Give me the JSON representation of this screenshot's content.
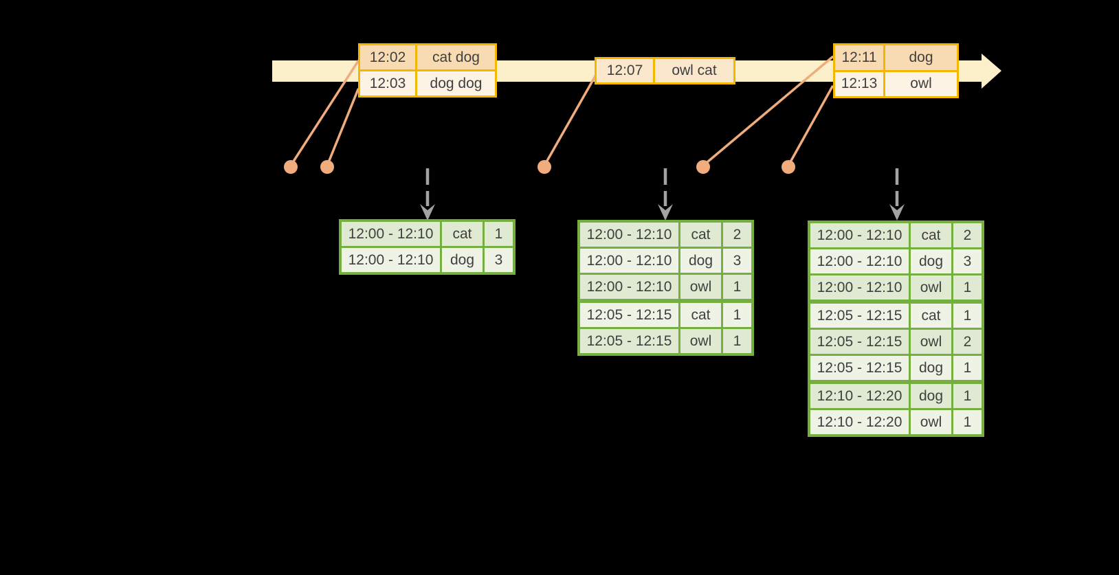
{
  "colors": {
    "background": "#000000",
    "timeline_band": "#FBF0CA",
    "event_border": "#F4B700",
    "event_fill_dark": "#F8DBB2",
    "event_fill_light": "#FDF3E5",
    "event_fill_mid": "#FBE8CC",
    "marker": "#F0AC7C",
    "table_border": "#74AF3F",
    "row_fill_dark": "#E0EAD2",
    "row_fill_light": "#EEF3E6",
    "arrow_gray": "#A3A3A3",
    "text": "#3F3F3F"
  },
  "timeline": {
    "events": [
      {
        "time": "12:02",
        "words": "cat dog"
      },
      {
        "time": "12:03",
        "words": "dog dog"
      },
      {
        "time": "12:07",
        "words": "owl cat"
      },
      {
        "time": "12:11",
        "words": "dog"
      },
      {
        "time": "12:13",
        "words": "owl"
      }
    ]
  },
  "result_tables": [
    {
      "rows": [
        {
          "window": "12:00 - 12:10",
          "word": "cat",
          "count": "1"
        },
        {
          "window": "12:00 - 12:10",
          "word": "dog",
          "count": "3"
        }
      ]
    },
    {
      "rows": [
        {
          "window": "12:00 - 12:10",
          "word": "cat",
          "count": "2"
        },
        {
          "window": "12:00 - 12:10",
          "word": "dog",
          "count": "3"
        },
        {
          "window": "12:00 - 12:10",
          "word": "owl",
          "count": "1"
        },
        {
          "window": "12:05 - 12:15",
          "word": "cat",
          "count": "1",
          "group_start": true
        },
        {
          "window": "12:05 - 12:15",
          "word": "owl",
          "count": "1"
        }
      ]
    },
    {
      "rows": [
        {
          "window": "12:00 - 12:10",
          "word": "cat",
          "count": "2"
        },
        {
          "window": "12:00 - 12:10",
          "word": "dog",
          "count": "3"
        },
        {
          "window": "12:00 - 12:10",
          "word": "owl",
          "count": "1"
        },
        {
          "window": "12:05 - 12:15",
          "word": "cat",
          "count": "1",
          "group_start": true
        },
        {
          "window": "12:05 - 12:15",
          "word": "owl",
          "count": "2"
        },
        {
          "window": "12:05 - 12:15",
          "word": "dog",
          "count": "1"
        },
        {
          "window": "12:10 - 12:20",
          "word": "dog",
          "count": "1",
          "group_start": true
        },
        {
          "window": "12:10 - 12:20",
          "word": "owl",
          "count": "1"
        }
      ]
    }
  ]
}
